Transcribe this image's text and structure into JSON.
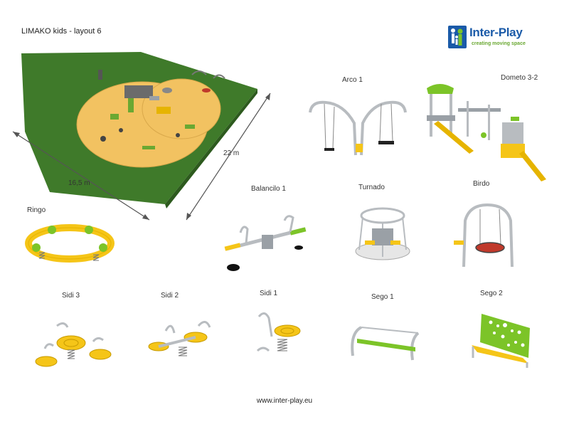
{
  "document": {
    "title": "LIMAKO kids - layout 6",
    "footer_url": "www.inter-play.eu"
  },
  "logo": {
    "name": "Inter-Play",
    "tagline": "creating moving space"
  },
  "dimensions": {
    "width_label": "16,5 m",
    "length_label": "22 m"
  },
  "products": [
    {
      "name": "Arco 1"
    },
    {
      "name": "Dometo 3-2"
    },
    {
      "name": "Ringo"
    },
    {
      "name": "Balancilo 1"
    },
    {
      "name": "Turnado"
    },
    {
      "name": "Birdo"
    },
    {
      "name": "Sidi 3"
    },
    {
      "name": "Sidi 2"
    },
    {
      "name": "Sidi 1"
    },
    {
      "name": "Sego 1"
    },
    {
      "name": "Sego 2"
    }
  ],
  "colors": {
    "grass": "#3f7a2a",
    "sand": "#f2c261",
    "yellow": "#f5c518",
    "green": "#7cc428",
    "steel": "#b8bcc0",
    "brand_blue": "#1a5aa8",
    "brand_green": "#6aa832"
  }
}
